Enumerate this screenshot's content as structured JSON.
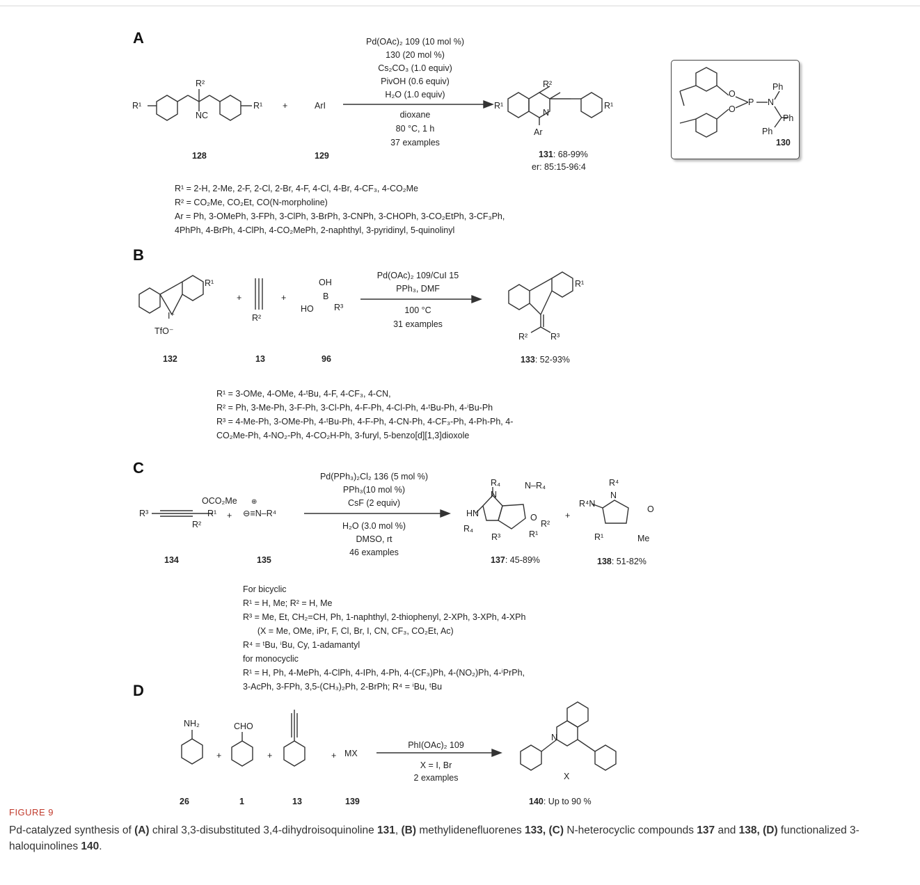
{
  "panels": [
    "A",
    "B",
    "C",
    "D"
  ],
  "A": {
    "conditions": [
      "Pd(OAc)₂ 109 (10 mol %)",
      "130 (20 mol %)",
      "Cs₂CO₃ (1.0 equiv)",
      "PivOH (0.6 equiv)",
      "H₂O (1.0 equiv)"
    ],
    "conditions_below": [
      "dioxane",
      "80 °C, 1 h",
      "37 examples"
    ],
    "reactant_1": "128",
    "reactant_2": "129",
    "reagent_2": "ArI",
    "plus": "+",
    "product": "131",
    "yield": ": 68-99%",
    "er": "er: 85:15-96:4",
    "ligand": "130",
    "labels": {
      "r1": "R¹",
      "r2": "R²",
      "nc": "NC",
      "n": "N",
      "ar": "Ar",
      "o": "O",
      "p": "P",
      "ph": "Ph"
    },
    "substituents": [
      "R¹ = 2-H, 2-Me, 2-F, 2-Cl, 2-Br, 4-F, 4-Cl, 4-Br, 4-CF₃, 4-CO₂Me",
      "R² = CO₂Me, CO₂Et, CO(N-morpholine)",
      "Ar = Ph, 3-OMePh, 3-FPh, 3-ClPh, 3-BrPh, 3-CNPh, 3-CHOPh, 3-CO₂EtPh, 3-CF₃Ph,",
      "4PhPh,  4-BrPh, 4-ClPh, 4-CO₂MePh, 2-naphthyl, 3-pyridinyl, 5-quinolinyl"
    ]
  },
  "B": {
    "conditions": [
      "Pd(OAc)₂ 109/CuI 15",
      "PPh₃, DMF"
    ],
    "conditions_below": [
      "100 °C",
      "31 examples"
    ],
    "reactants": [
      "132",
      "13",
      "96"
    ],
    "product": "133",
    "yield": ": 52-93%",
    "labels": {
      "r1": "R¹",
      "r2": "R²",
      "r3": "R³",
      "tfo": "TfO⁻",
      "i": "I⁺",
      "oh": "OH",
      "ho": "HO",
      "b": "B"
    },
    "substituents": [
      "R¹ = 3-OMe, 4-OMe, 4-ᵗBu, 4-F, 4-CF₃, 4-CN,",
      "R² = Ph, 3-Me-Ph, 3-F-Ph, 3-Cl-Ph, 4-F-Ph, 4-Cl-Ph, 4-ᵗBu-Ph, 4-ⁱBu-Ph",
      "R³ = 4-Me-Ph, 3-OMe-Ph, 4-ᵗBu-Ph, 4-F-Ph, 4-CN-Ph, 4-CF₃-Ph, 4-Ph-Ph, 4-",
      "CO₂Me-Ph, 4-NO₂-Ph, 4-CO₂H-Ph, 3-furyl, 5-benzo[d][1,3]dioxole"
    ]
  },
  "C": {
    "conditions": [
      "Pd(PPh₃)₂Cl₂ 136 (5 mol %)",
      "PPh₃(10 mol %)",
      "CsF (2 equiv)"
    ],
    "conditions_below": [
      "H₂O (3.0 mol %)",
      "DMSO, rt",
      "46 examples"
    ],
    "reactants": [
      "134",
      "135"
    ],
    "product_1": "137",
    "yield_1": ": 45-89%",
    "product_2": "138",
    "yield_2": ": 51-82%",
    "labels": {
      "ococ": "OCO₂Me",
      "r1": "R¹",
      "r2": "R²",
      "r3": "R³",
      "r4": "R⁴",
      "r4b": "R₄",
      "isocyanide": "⊖≡N–R⁴",
      "hn": "HN",
      "n": "N",
      "o": "O",
      "me": "Me",
      "plus_charge": "⊕"
    },
    "substituents": [
      "For bicyclic",
      "R¹ = H, Me; R² = H, Me",
      "R³ = Me, Et, CH₂=CH, Ph, 1-naphthyl, 2-thiophenyl,  2-XPh, 3-XPh, 4-XPh",
      "      (X = Me, OMe, iPr, F, Cl, Br, I, CN, CF₃, CO₂Et, Ac)",
      "R⁴ = ᵗBu, ⁱBu, Cy, 1-adamantyl",
      "for monocyclic",
      "R¹ = H, Ph, 4-MePh, 4-ClPh, 4-IPh, 4-Ph, 4-(CF₃)Ph, 4-(NO₂)Ph, 4-ⁱPrPh,",
      "3-AcPh, 3-FPh, 3,5-(CH₃)₂Ph, 2-BrPh; R⁴ = ⁱBu, ᵗBu"
    ]
  },
  "D": {
    "conditions": [
      "PhI(OAc)₂ 109"
    ],
    "conditions_below": [
      "X = I, Br",
      "2 examples"
    ],
    "reactants": [
      "26",
      "1",
      "13",
      "139"
    ],
    "product": "140",
    "yield": ": Up to 90 %",
    "labels": {
      "nh2": "NH₂",
      "cho": "CHO",
      "mx": "MX",
      "n": "N",
      "x": "X"
    }
  },
  "caption": {
    "label": "FIGURE 9",
    "text_parts": [
      "Pd-catalyzed synthesis of ",
      "(A)",
      " chiral 3,3-disubstituted 3,4-dihydroisoquinoline ",
      "131",
      ", ",
      "(B)",
      " methylidenefluorenes ",
      "133, (C)",
      " N-heterocyclic compounds ",
      "137",
      " and ",
      "138, (D)",
      " functionalized 3-haloquinolines ",
      "140",
      "."
    ]
  }
}
